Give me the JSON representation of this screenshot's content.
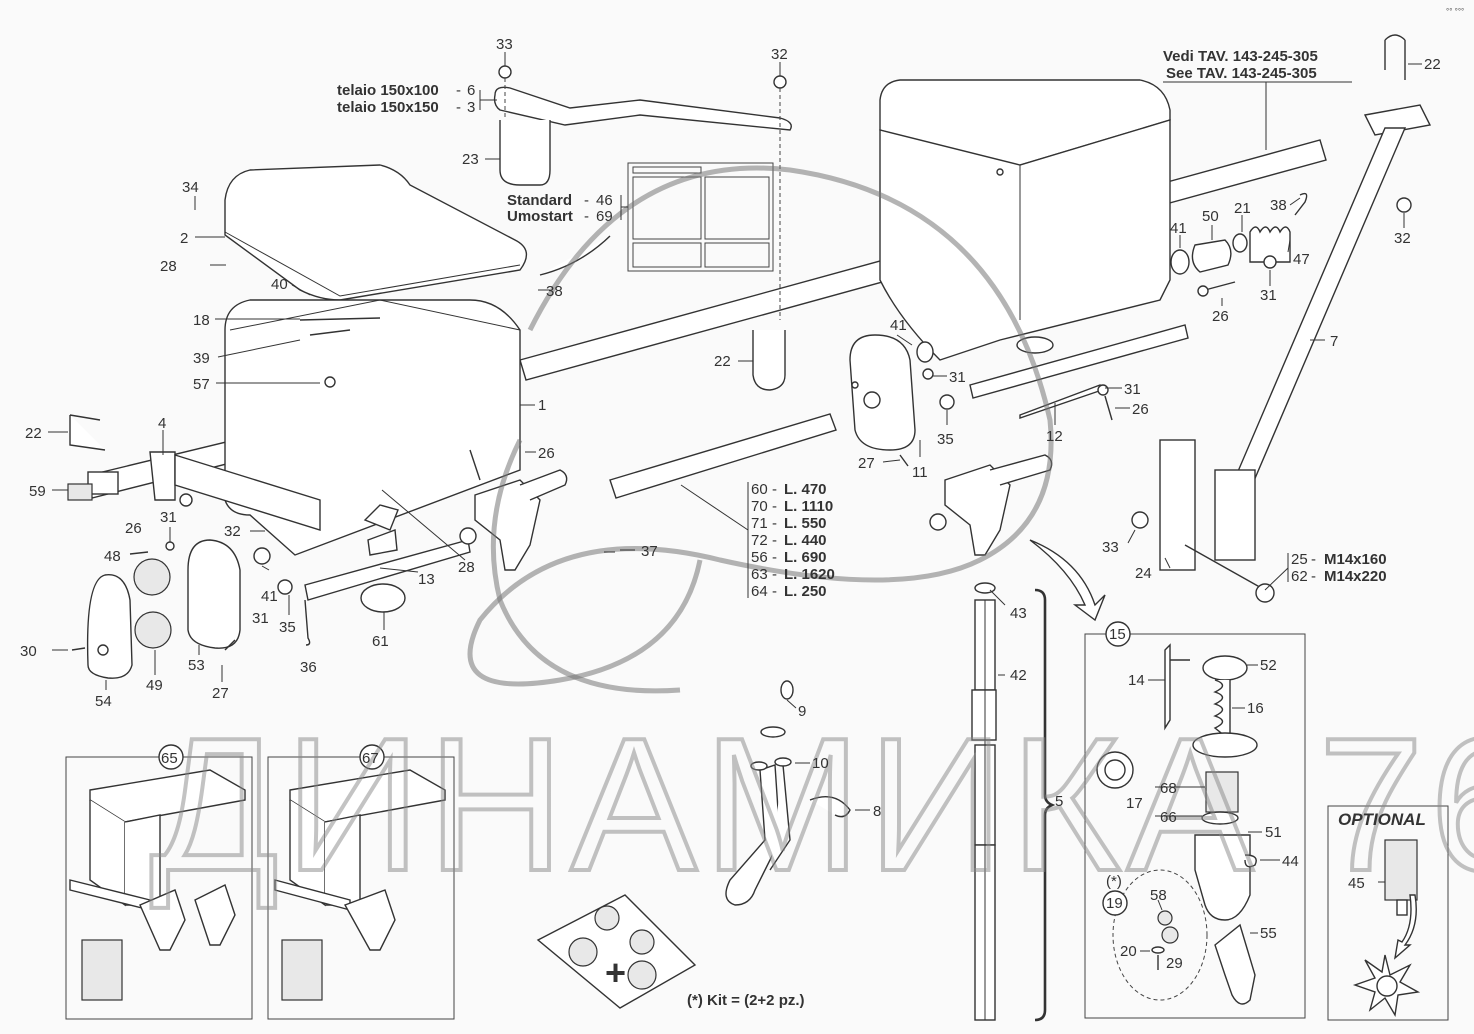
{
  "corner_mark": "°° °°°",
  "callouts": {
    "telaio": [
      {
        "text": "telaio 150x100",
        "ref": "6"
      },
      {
        "text": "telaio 150x150",
        "ref": "3"
      }
    ],
    "see_tav": [
      "Vedi TAV. 143-245-305",
      "See TAV. 143-245-305"
    ],
    "standard": [
      {
        "text": "Standard",
        "ref": "46"
      },
      {
        "text": "Umostart",
        "ref": "69"
      }
    ],
    "lengths": [
      {
        "ref": "60",
        "text": "L. 470"
      },
      {
        "ref": "70",
        "text": "L. 1110"
      },
      {
        "ref": "71",
        "text": "L. 550"
      },
      {
        "ref": "72",
        "text": "L. 440"
      },
      {
        "ref": "56",
        "text": "L. 690"
      },
      {
        "ref": "63",
        "text": "L. 1620"
      },
      {
        "ref": "64",
        "text": "L. 250"
      }
    ],
    "bolts": [
      {
        "ref": "25",
        "text": "M14x160"
      },
      {
        "ref": "62",
        "text": "M14x220"
      }
    ],
    "optional": "OPTIONAL",
    "kit": "(*) Kit = (2+2 pz.)",
    "asterisk": "(*)"
  },
  "part_numbers": {
    "p33a": "33",
    "p32a": "32",
    "p22a": "22",
    "p34": "34",
    "p2": "2",
    "p28a": "28",
    "p23": "23",
    "p40": "40",
    "p18": "18",
    "p39": "39",
    "p57": "57",
    "p1": "1",
    "p38a": "38",
    "p22b": "22",
    "p4": "4",
    "p22c": "22",
    "p59": "59",
    "p26a": "26",
    "p31a": "31",
    "p48": "48",
    "p32b": "32",
    "p41a": "41",
    "p31b": "31",
    "p30": "30",
    "p54": "54",
    "p49": "49",
    "p53": "53",
    "p27a": "27",
    "p35a": "35",
    "p36": "36",
    "p61": "61",
    "p13": "13",
    "p28b": "28",
    "p26b": "26",
    "p37": "37",
    "p41b": "41",
    "p31c": "31",
    "p35b": "35",
    "p27b": "27",
    "p11": "11",
    "p31d": "31",
    "p26c": "26",
    "p12": "12",
    "p7": "7",
    "p41c": "41",
    "p50": "50",
    "p21": "21",
    "p38b": "38",
    "p47": "47",
    "p31e": "31",
    "p26d": "26",
    "p32c": "32",
    "p33b": "33",
    "p24": "24",
    "p43": "43",
    "p42": "42",
    "p5": "5",
    "p9": "9",
    "p10": "10",
    "p8": "8",
    "p15": "15",
    "p52": "52",
    "p14": "14",
    "p16": "16",
    "p17": "17",
    "p68": "68",
    "p66": "66",
    "p51": "51",
    "p44": "44",
    "p19": "19",
    "p58": "58",
    "p20": "20",
    "p29": "29",
    "p55": "55",
    "p45": "45",
    "p65": "65",
    "p67": "67"
  },
  "watermark": "ДИНАМИКА 76"
}
